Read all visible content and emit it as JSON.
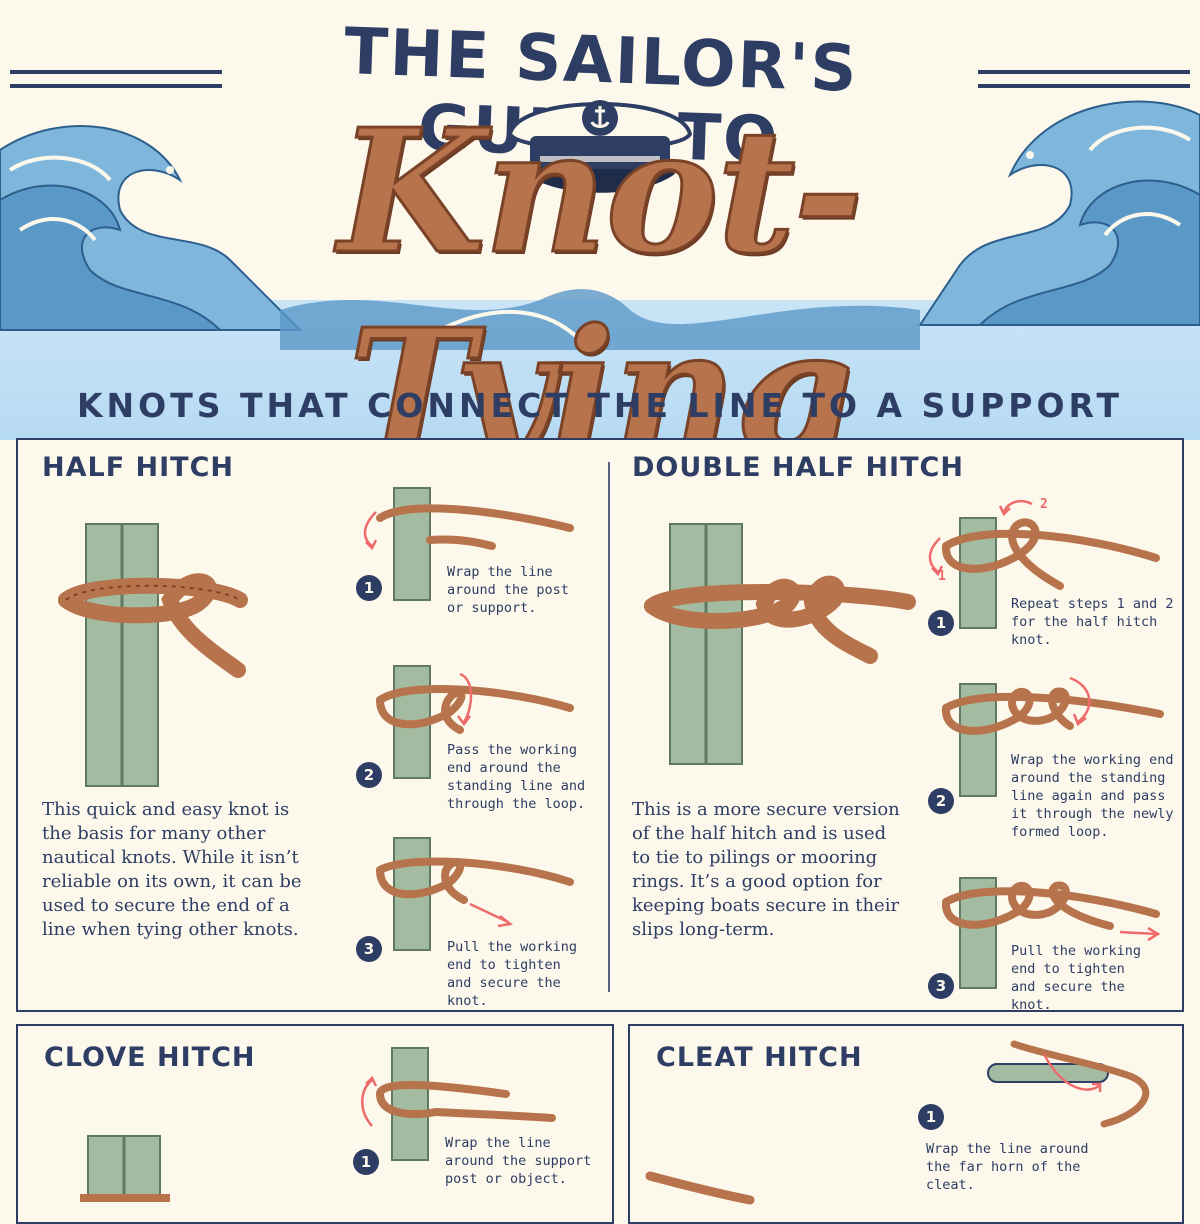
{
  "header": {
    "title_top": "THE SAILOR'S GUIDE TO",
    "title_script": "Knot-Tying"
  },
  "section": {
    "title": "KNOTS THAT CONNECT THE LINE TO A SUPPORT"
  },
  "colors": {
    "navy": "#2d3d63",
    "rope": "#b7734b",
    "rope_dark": "#7a4328",
    "post": "#a3bba0",
    "arrow": "#ef6a6a",
    "water": "#5a98c8",
    "cream": "#fdf8ec"
  },
  "knots": {
    "half_hitch": {
      "title": "HALF HITCH",
      "description": "This quick and easy knot is the basis for many other nautical knots. While it isn’t reliable on its own, it can be used to secure the end of a line when tying other knots.",
      "steps": [
        {
          "number": "1",
          "text": "Wrap the line around the post or support."
        },
        {
          "number": "2",
          "text": "Pass the working end around the standing line and through the loop."
        },
        {
          "number": "3",
          "text": "Pull the working end to tighten and secure the knot."
        }
      ]
    },
    "double_half_hitch": {
      "title": "DOUBLE HALF HITCH",
      "description": "This is a more secure version of the half hitch and is used to tie to pilings or mooring rings. It’s a good option for keeping boats secure in their slips long-term.",
      "steps": [
        {
          "number": "1",
          "text": "Repeat steps 1 and 2 for the half hitch knot."
        },
        {
          "number": "2",
          "text": "Wrap the working end around the standing line again and pass it through the newly formed loop."
        },
        {
          "number": "3",
          "text": "Pull the working end to tighten and secure the knot."
        }
      ],
      "arrow_labels": [
        "1",
        "2"
      ]
    },
    "clove_hitch": {
      "title": "CLOVE HITCH",
      "steps": [
        {
          "number": "1",
          "text": "Wrap the line around the support post or object."
        }
      ]
    },
    "cleat_hitch": {
      "title": "CLEAT HITCH",
      "steps": [
        {
          "number": "1",
          "text": "Wrap the line around the far horn of the cleat."
        }
      ]
    }
  },
  "icons": [
    "wave-left-icon",
    "wave-right-icon",
    "captain-hat-icon",
    "anchor-icon",
    "post-icon",
    "rope-icon",
    "arrow-icon",
    "cleat-icon"
  ]
}
